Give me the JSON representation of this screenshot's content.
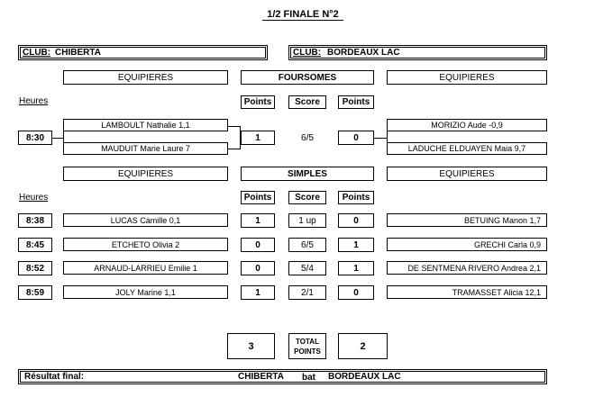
{
  "title": "1/2 FINALE N°2",
  "club_left": {
    "label": "CLUB:",
    "name": "CHIBERTA"
  },
  "club_right": {
    "label": "CLUB:",
    "name": "BORDEAUX LAC"
  },
  "equipieres_label": "EQUIPIERES",
  "foursomes_label": "FOURSOMES",
  "simples_label": "SIMPLES",
  "heures_label": "Heures",
  "points_label": "Points",
  "score_label": "Score",
  "foursome": {
    "time": "8:30",
    "left_players": [
      "LAMBOULT Nathalie  1,1",
      "MAUDUIT Marie Laure  7"
    ],
    "left_points": "1",
    "score": "6/5",
    "right_points": "0",
    "right_players": [
      "MORIZIO Aude  -0,9",
      "LADUCHE ELDUAYEN Maia  9,7"
    ]
  },
  "simples": [
    {
      "time": "8:38",
      "left": "LUCAS Camille  0,1",
      "left_points": "1",
      "score": "1 up",
      "right_points": "0",
      "right": "BETUING Manon  1,7"
    },
    {
      "time": "8:45",
      "left": "ETCHETO Olivia  2",
      "left_points": "0",
      "score": "6/5",
      "right_points": "1",
      "right": "GRECHI Carla  0,9"
    },
    {
      "time": "8:52",
      "left": "ARNAUD-LARRIEU Emilie  1",
      "left_points": "0",
      "score": "5/4",
      "right_points": "1",
      "right": "DE SENTMENA RIVERO Andrea  2,1"
    },
    {
      "time": "8:59",
      "left": "JOLY Marine  1,1",
      "left_points": "1",
      "score": "2/1",
      "right_points": "0",
      "right": "TRAMASSET Alicia  12,1"
    }
  ],
  "totals": {
    "left": "3",
    "label_line1": "TOTAL",
    "label_line2": "POINTS",
    "right": "2"
  },
  "result": {
    "label": "Résultat final:",
    "winner": "CHIBERTA",
    "verb": "bat",
    "loser": "BORDEAUX LAC"
  }
}
